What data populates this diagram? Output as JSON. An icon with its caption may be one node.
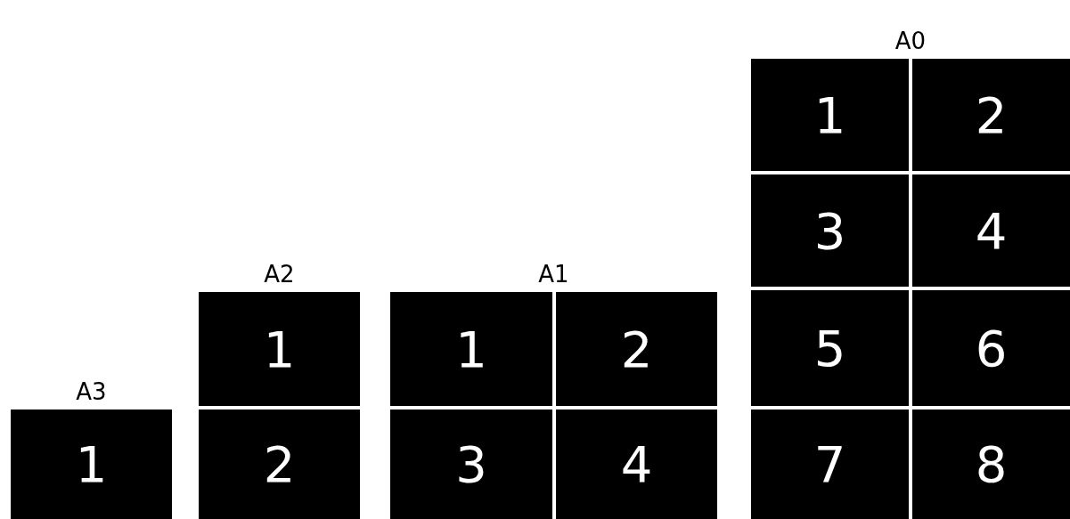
{
  "diagram": {
    "nodes": [
      {
        "text": [
          "A3"
        ]
      },
      {
        "text": [
          "1"
        ],
        "in": 0
      },
      {
        "text": [
          "A2"
        ]
      },
      {
        "text": [
          "1"
        ],
        "in": 2
      },
      {
        "text": [
          "2"
        ],
        "in": 2
      },
      {
        "text": [
          "A1"
        ]
      },
      {
        "text": [
          "1"
        ],
        "in": 5
      },
      {
        "text": [
          "2"
        ],
        "in": 5
      },
      {
        "text": [
          "3"
        ],
        "in": 5
      },
      {
        "text": [
          "4"
        ],
        "in": 5
      },
      {
        "text": [
          "A0"
        ]
      },
      {
        "text": [
          "1"
        ],
        "in": 10
      },
      {
        "text": [
          "2"
        ],
        "in": 10
      },
      {
        "text": [
          "3"
        ],
        "in": 10
      },
      {
        "text": [
          "4"
        ],
        "in": 10
      },
      {
        "text": [
          "5"
        ],
        "in": 10
      },
      {
        "text": [
          "6"
        ],
        "in": 10
      },
      {
        "text": [
          "7"
        ],
        "in": 10
      },
      {
        "text": [
          "8"
        ],
        "in": 10
      }
    ]
  }
}
